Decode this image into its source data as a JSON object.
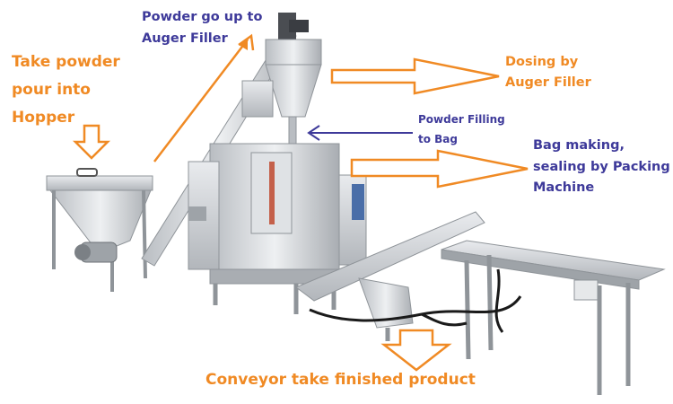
{
  "labels": {
    "take_powder": [
      "Take powder",
      "pour into",
      "Hopper"
    ],
    "powder_up": [
      "Powder go up to",
      "Auger Filler"
    ],
    "dosing": [
      "Dosing by",
      "Auger Filler"
    ],
    "powder_filling": [
      "Powder Filling",
      "to Bag"
    ],
    "bag_making": [
      "Bag making,",
      "sealing by Packing",
      "Machine"
    ],
    "conveyor": "Conveyor take finished product"
  },
  "colors": {
    "orange": "#f08a24",
    "blue": "#3e3a9a",
    "steel": "#c9ccd0",
    "steel_dark": "#8f9499",
    "cable": "#1a1a1a"
  }
}
